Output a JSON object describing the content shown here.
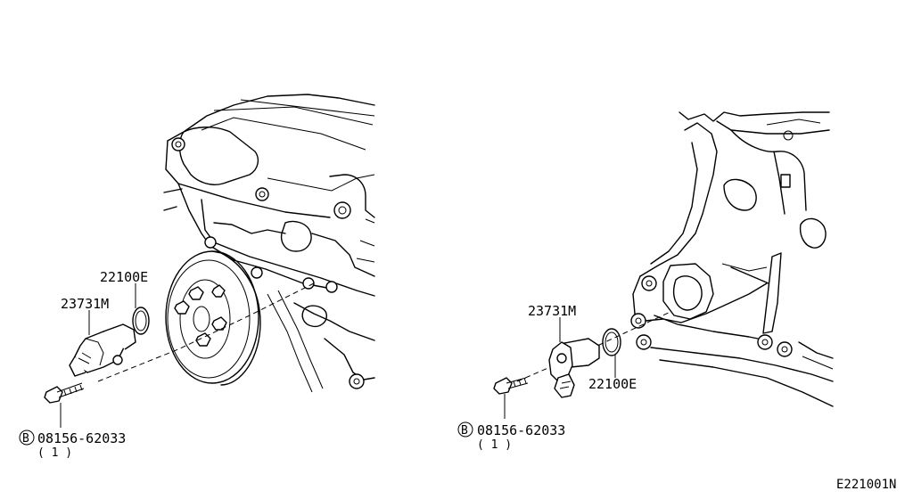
{
  "left_view": {
    "labels": {
      "oring": "22100E",
      "sensor": "23731M",
      "bolt_part": "08156-62033",
      "bolt_qty": "( 1 )",
      "bolt_symbol": "B"
    }
  },
  "right_view": {
    "labels": {
      "sensor": "23731M",
      "oring": "22100E",
      "bolt_part": "08156-62033",
      "bolt_qty": "( 1 )",
      "bolt_symbol": "B"
    }
  },
  "diagram_ref": "E221001N"
}
